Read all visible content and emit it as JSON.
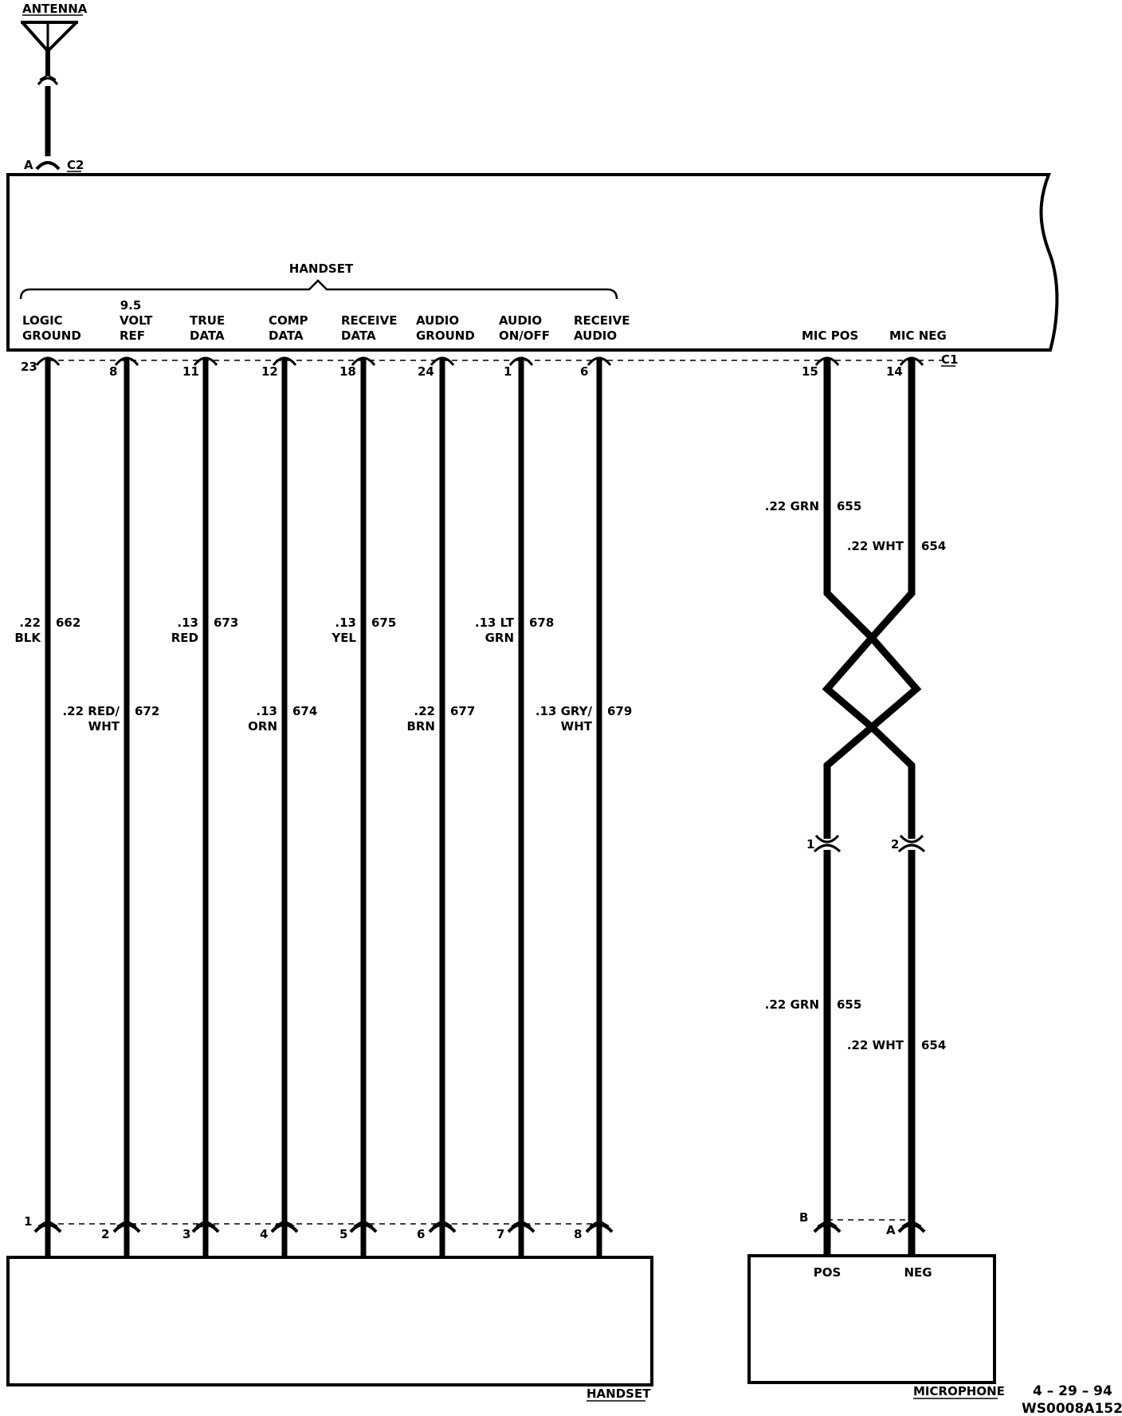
{
  "antenna": {
    "label": "ANTENNA",
    "pin": "A",
    "connector": "C2"
  },
  "module": {
    "handset_group": "HANDSET",
    "connector": "C1",
    "pins": [
      {
        "line1": "LOGIC",
        "line2": "GROUND",
        "line0": "",
        "pin": "23",
        "gauge": ".22",
        "color": "BLK",
        "circuit": "662",
        "bottom_pin": "1"
      },
      {
        "line0": "9.5",
        "line1": "VOLT",
        "line2": "REF",
        "pin": "8",
        "gauge": ".22 RED/",
        "color": "WHT",
        "circuit": "672",
        "bottom_pin": "2"
      },
      {
        "line0": "",
        "line1": "TRUE",
        "line2": "DATA",
        "pin": "11",
        "gauge": ".13",
        "color": "RED",
        "circuit": "673",
        "bottom_pin": "3"
      },
      {
        "line0": "",
        "line1": "COMP",
        "line2": "DATA",
        "pin": "12",
        "gauge": ".13",
        "color": "ORN",
        "circuit": "674",
        "bottom_pin": "4"
      },
      {
        "line0": "",
        "line1": "RECEIVE",
        "line2": "DATA",
        "pin": "18",
        "gauge": ".13",
        "color": "YEL",
        "circuit": "675",
        "bottom_pin": "5"
      },
      {
        "line0": "",
        "line1": "AUDIO",
        "line2": "GROUND",
        "pin": "24",
        "gauge": ".22",
        "color": "BRN",
        "circuit": "677",
        "bottom_pin": "6"
      },
      {
        "line0": "",
        "line1": "AUDIO",
        "line2": "ON/OFF",
        "pin": "1",
        "gauge": ".13 LT",
        "color": "GRN",
        "circuit": "678",
        "bottom_pin": "7"
      },
      {
        "line0": "",
        "line1": "RECEIVE",
        "line2": "AUDIO",
        "pin": "6",
        "gauge": ".13 GRY/",
        "color": "WHT",
        "circuit": "679",
        "bottom_pin": "8"
      }
    ],
    "mic_pos": {
      "label": "MIC POS",
      "pin": "15"
    },
    "mic_neg": {
      "label": "MIC NEG",
      "pin": "14"
    }
  },
  "mic_wires": {
    "pos_upper": {
      "spec": ".22 GRN",
      "circuit": "655"
    },
    "neg_upper": {
      "spec": ".22 WHT",
      "circuit": "654"
    },
    "pos_mid_pin": "1",
    "neg_mid_pin": "2",
    "pos_lower": {
      "spec": ".22 GRN",
      "circuit": "655"
    },
    "neg_lower": {
      "spec": ".22 WHT",
      "circuit": "654"
    }
  },
  "handset": {
    "label": "HANDSET"
  },
  "microphone": {
    "label": "MICROPHONE",
    "pin_b": "B",
    "pin_a": "A",
    "pos": "POS",
    "neg": "NEG"
  },
  "footer": {
    "date": "4 – 29 – 94",
    "code": "WS0008A152"
  }
}
